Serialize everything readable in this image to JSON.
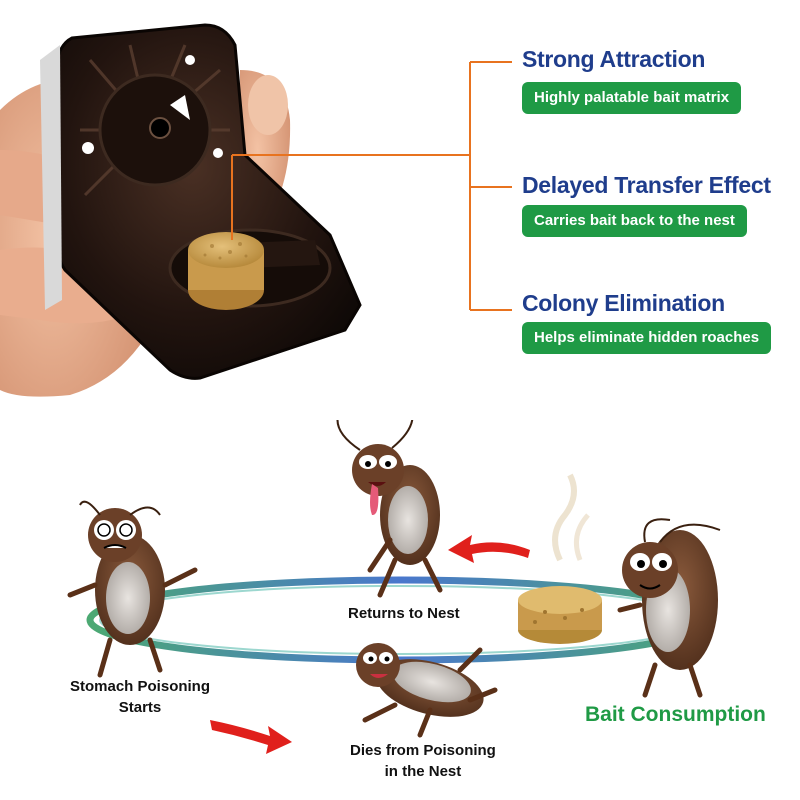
{
  "features": [
    {
      "title": "Strong Attraction",
      "subtitle": "Highly palatable bait matrix"
    },
    {
      "title": "Delayed Transfer Effect",
      "subtitle": "Carries bait back to the nest"
    },
    {
      "title": "Colony Elimination",
      "subtitle": "Helps eliminate hidden roaches"
    }
  ],
  "cycle": {
    "returns_to_nest": "Returns to Nest",
    "stomach_poisoning_line1": "Stomach Poisoning",
    "stomach_poisoning_line2": "Starts",
    "dies_line1": "Dies from Poisoning",
    "dies_line2": "in the Nest",
    "bait_consumption": "Bait Consumption"
  },
  "colors": {
    "title_blue": "#1f3d8c",
    "pill_green": "#1f9a45",
    "connector_orange": "#e8731f",
    "arrow_red": "#e0201c",
    "ring_green": "#2c9a5a",
    "ring_blue": "#2a5fc4"
  },
  "icons": [
    "bait-station-photo",
    "cockroach-returning-icon",
    "cockroach-poisoned-icon",
    "cockroach-dead-icon",
    "cockroach-eating-icon",
    "bait-disc-icon"
  ]
}
